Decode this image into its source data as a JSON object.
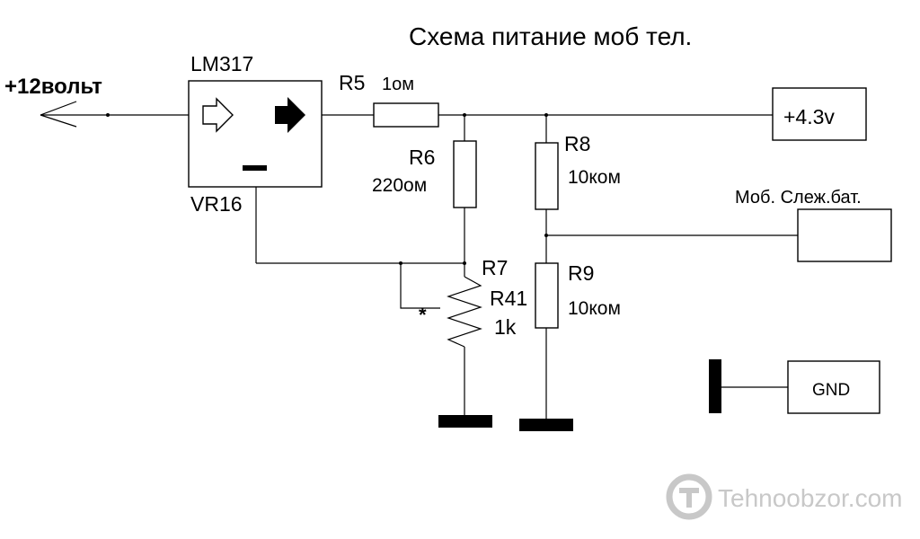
{
  "title": "Схема питание моб тел.",
  "input": {
    "label": "+12вольт"
  },
  "regulator": {
    "name": "LM317",
    "ref": "VR16"
  },
  "resistors": {
    "r5": {
      "ref": "R5",
      "value": "1ом"
    },
    "r6": {
      "ref": "R6",
      "value": "220ом"
    },
    "r7": {
      "ref": "R7",
      "ref2": "R41",
      "value": "1k",
      "mark": "*"
    },
    "r8": {
      "ref": "R8",
      "value": "10ком"
    },
    "r9": {
      "ref": "R9",
      "value": "10ком"
    }
  },
  "outputs": {
    "vout": "+4.3v",
    "battery_sense": "Моб. Слеж.бат.",
    "gnd": "GND"
  },
  "watermark": {
    "text": "Tehnoobzor.com"
  },
  "colors": {
    "title": "#1a1ad6",
    "line": "#000000",
    "watermark": "#c8c8c8"
  }
}
